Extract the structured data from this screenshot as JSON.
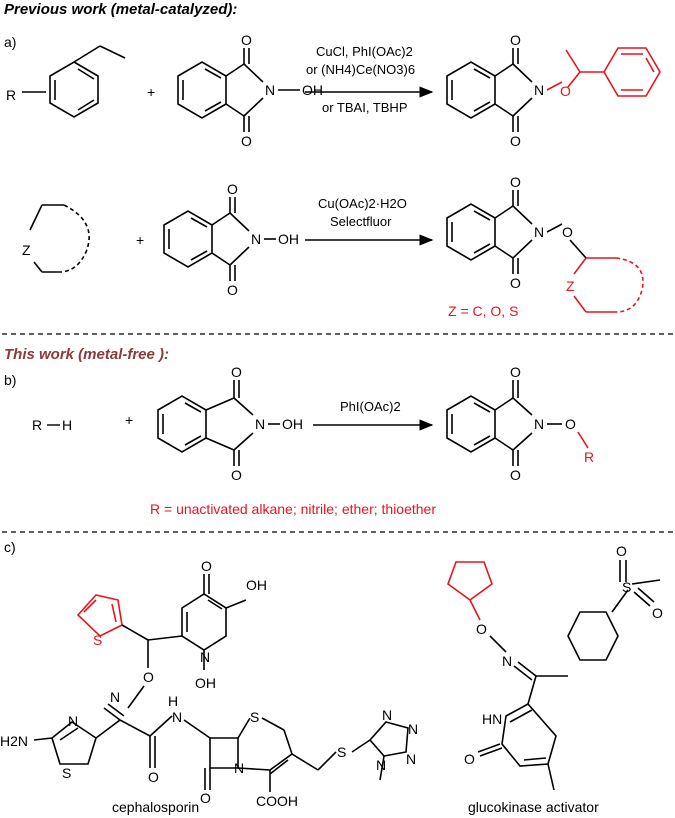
{
  "colors": {
    "black": "#000000",
    "red": "#e8141b",
    "brown": "#8b3a3a"
  },
  "headers": {
    "previous": "Previous work (metal-catalyzed):",
    "this_work": "This work (metal-free ):"
  },
  "panel_labels": {
    "a": "a)",
    "b": "b)",
    "c": "c)"
  },
  "atoms": {
    "O": "O",
    "N": "N",
    "OH": "OH",
    "R": "R",
    "Z": "Z",
    "S": "S",
    "H": "H",
    "HN": "HN",
    "H2N": "H2N",
    "COOH": "COOH",
    "plus": "+",
    "dash": "−"
  },
  "conditions": {
    "a1_line1": "CuCl, PhI(OAc)2",
    "a1_line2": "or (NH4)Ce(NO3)6",
    "a1_line3": "or TBAI, TBHP",
    "a2_line1": "Cu(OAc)2·H2O",
    "a2_line2": "Selectfluor",
    "b_line1": "PhI(OAc)2"
  },
  "notes": {
    "z_def": "Z = C, O, S",
    "r_def": "R = unactivated alkane; nitrile;  ether; thioether"
  },
  "captions": {
    "cephalosporin": "cephalosporin",
    "glucokinase": "glucokinase activator"
  }
}
